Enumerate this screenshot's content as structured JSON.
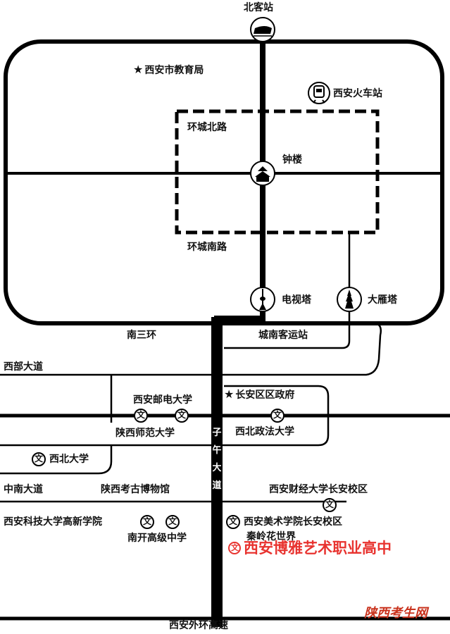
{
  "stations": {
    "north": "北客站",
    "train": "西安火车站",
    "bell_tower": "钟楼",
    "tv_tower": "电视塔",
    "pagoda": "大雁塔",
    "bus_station": "城南客运站"
  },
  "roads": {
    "north_ring": "环城北路",
    "south_ring": "环城南路",
    "south_third": "南三环",
    "xibu": "西部大道",
    "zhongnan": "中南大道",
    "outer_ring": "西安外环高速",
    "ziwu": [
      "子",
      "午",
      "大",
      "道"
    ]
  },
  "landmarks": {
    "edu_bureau": "西安市教育局",
    "changan_gov": "长安区区政府",
    "history_museum": "陕西考古博物馆",
    "flower_world": "秦岭花世界"
  },
  "schools": {
    "post_telecom": "西安邮电大学",
    "shaanxi_normal": "陕西师范大学",
    "northwest_law": "西北政法大学",
    "northwest_univ": "西北大学",
    "finance_econ": "西安财经大学长安校区",
    "sci_tech": "西安科技大学高新学院",
    "fine_arts": "西安美术学院长安校区",
    "nankai": "南开高级中学",
    "school_icon": "文"
  },
  "destination": {
    "label": "西安博雅艺术职业高中",
    "color": "#e8332f"
  },
  "watermark": "陕西考生网",
  "icons": {
    "star": "★",
    "train": "train-icon",
    "bell_tower": "bell-tower-icon",
    "tv_tower": "tv-tower-icon",
    "pagoda": "pagoda-icon"
  }
}
